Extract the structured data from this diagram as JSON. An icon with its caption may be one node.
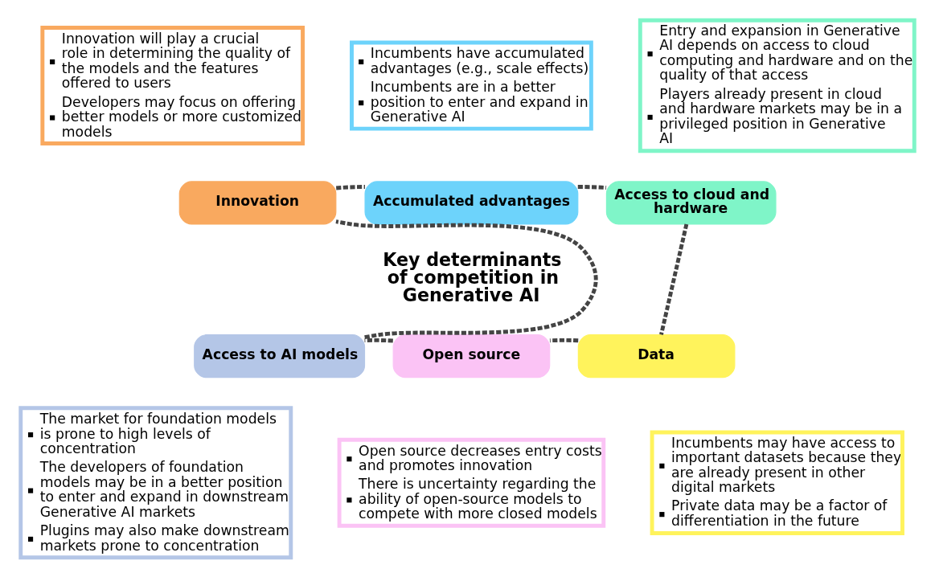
{
  "diagram": {
    "nodes": [
      {
        "text": [
          "Incumbents have accumulated advantages (e.g., scale effects)",
          "Incumbents are in a better position to enter and expand in Generative AI"
        ]
      },
      {
        "text": [
          "Accumulated advantages"
        ]
      },
      {
        "text": [
          "Entry and expansion in Generative AI depends on access to cloud computing and hardware and on the quality of that access",
          "Players already present in cloud and hardware markets may be in a privileged position in Generative AI"
        ]
      },
      {
        "text": [
          "Access to cloud and hardware"
        ]
      },
      {
        "text": [
          "Innovation will play a crucial role in determining the quality of the models and the features offered to users",
          "Developers may focus on offering better models or more customized models"
        ]
      },
      {
        "text": [
          "Innovation"
        ]
      },
      {
        "text": [
          "Key determinants of competition in Generative AI"
        ]
      },
      {
        "text": [
          "Access to AI models"
        ]
      },
      {
        "text": [
          "The market for foundation models is prone to high levels of concentration",
          "The developers of foundation models may be in a better position to enter and expand in downstream Generative AI markets",
          "Plugins may also make downstream markets prone to concentration"
        ]
      },
      {
        "text": [
          "Data"
        ]
      },
      {
        "text": [
          "Incumbents may have access to important datasets because they are already present in other digital markets",
          "Private data may be a factor of differentiation in the future"
        ]
      },
      {
        "text": [
          "Open source"
        ]
      },
      {
        "text": [
          "Open source decreases entry costs and promotes innovation",
          "There is uncertainty regarding the ability of open-source models to compete with more closed models"
        ]
      }
    ],
    "edges": [
      {
        "from": 1,
        "to": 3,
        "arrow": "none",
        "style": "dashed"
      },
      {
        "from": 3,
        "to": 9,
        "arrow": "none",
        "style": "dashed"
      },
      {
        "from": 9,
        "to": 11,
        "arrow": "none",
        "style": "dashed"
      },
      {
        "from": 11,
        "to": 7,
        "arrow": "none",
        "style": "dashed"
      },
      {
        "from": 7,
        "to": 5,
        "arrow": "none",
        "style": "dashed"
      },
      {
        "from": 5,
        "to": 1,
        "arrow": "none",
        "style": "dashed"
      }
    ]
  }
}
